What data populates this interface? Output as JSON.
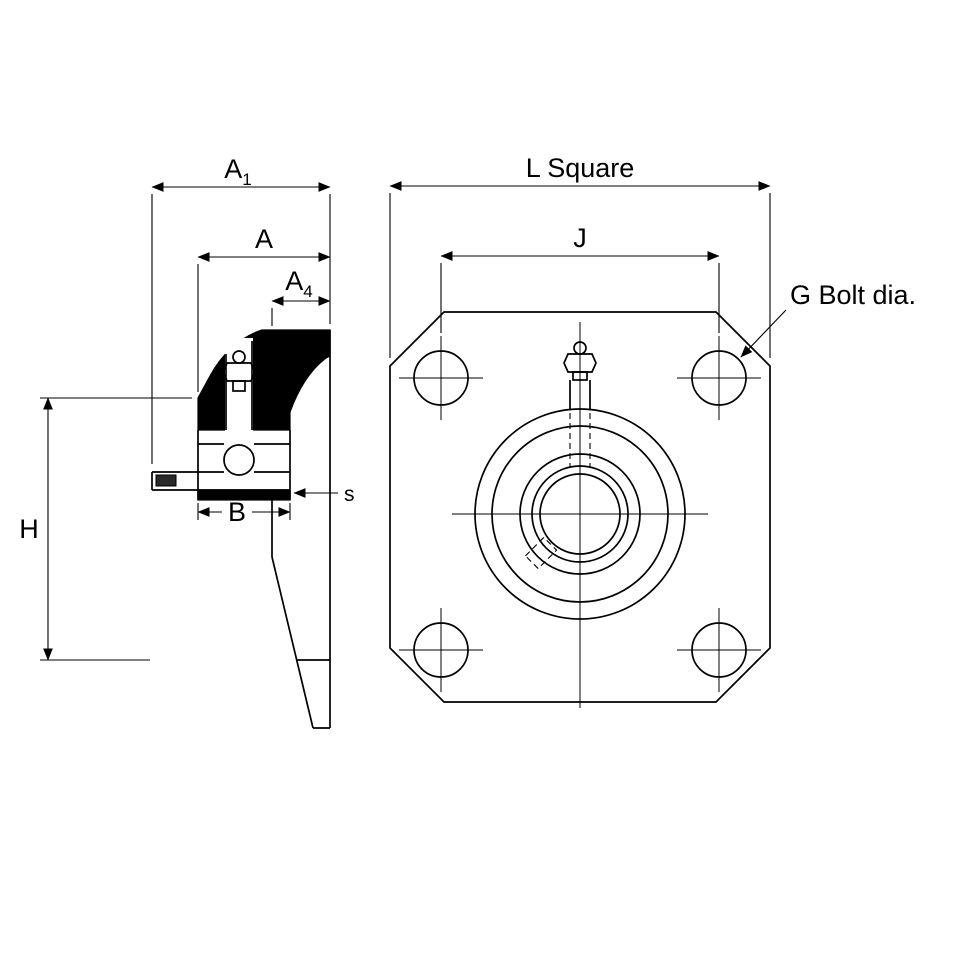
{
  "drawing": {
    "colors": {
      "background": "#ffffff",
      "line": "#000000",
      "section_fill": "#000000"
    },
    "side_view": {
      "dim_a1": {
        "base": "A",
        "sub": "1"
      },
      "dim_a": "A",
      "dim_a4": {
        "base": "A",
        "sub": "4"
      },
      "dim_h": "H",
      "dim_b": "B",
      "dim_s": "s"
    },
    "front_view": {
      "dim_l": "L Square",
      "dim_j": "J",
      "dim_g": "G Bolt dia."
    }
  }
}
